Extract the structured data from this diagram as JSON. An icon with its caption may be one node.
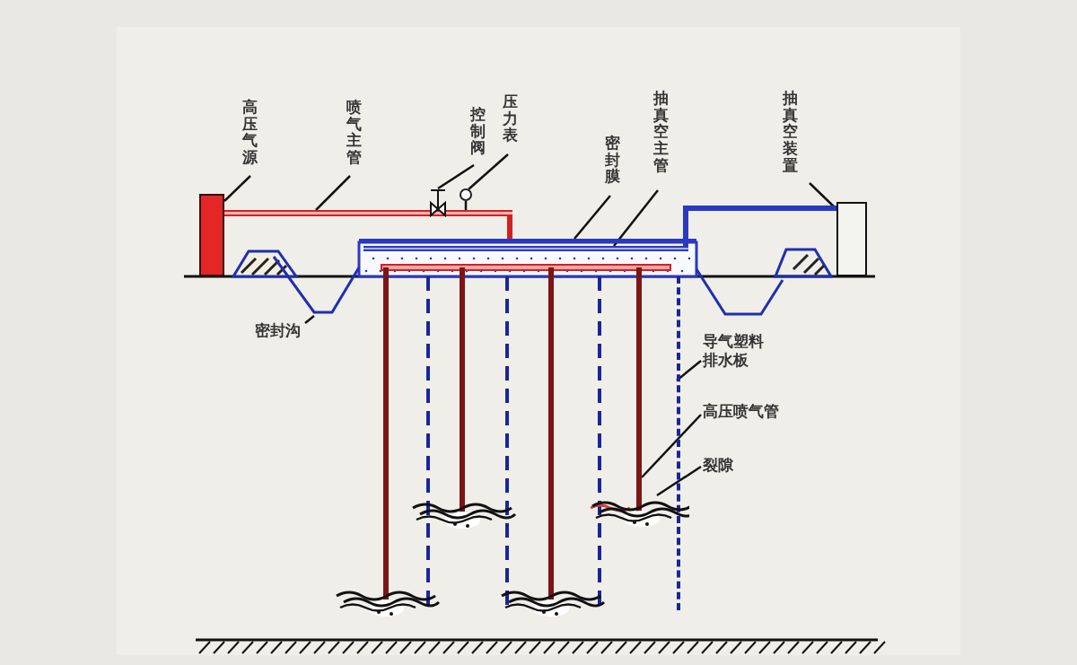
{
  "diagram": {
    "nodes": [
      {
        "text": [
          "高压气源"
        ]
      },
      {
        "text": [
          "喷气主管"
        ]
      },
      {
        "text": [
          "控制阀"
        ]
      },
      {
        "text": [
          "压力表"
        ]
      },
      {
        "text": [
          "密封膜"
        ]
      },
      {
        "text": [
          "抽真空主管"
        ]
      },
      {
        "text": [
          "抽真空装置"
        ]
      },
      {
        "text": [
          "密封沟"
        ]
      },
      {
        "text": [
          "导气塑料排水板"
        ]
      },
      {
        "text": [
          "高压喷气管"
        ]
      },
      {
        "text": [
          "裂隙"
        ]
      },
      {
        "text": [],
        "shape": "box"
      },
      {
        "text": [],
        "shape": "bar"
      },
      {
        "text": [],
        "shape": "picture"
      },
      {
        "text": [],
        "shape": "circle"
      },
      {
        "text": [],
        "shape": "bar"
      },
      {
        "text": [],
        "shape": "bar"
      },
      {
        "text": [],
        "shape": "box"
      },
      {
        "text": [],
        "shape": "picture"
      },
      {
        "text": [],
        "shape": "bar"
      },
      {
        "text": [],
        "shape": "bar"
      },
      {
        "text": [],
        "shape": "picture"
      }
    ],
    "edges": [
      {
        "from": 0,
        "to": 11,
        "arrow": "none"
      },
      {
        "from": 1,
        "to": 12,
        "arrow": "none"
      },
      {
        "from": 2,
        "to": 13,
        "arrow": "none"
      },
      {
        "from": 3,
        "to": 14,
        "arrow": "none"
      },
      {
        "from": 4,
        "to": 15,
        "arrow": "none"
      },
      {
        "from": 5,
        "to": 16,
        "arrow": "none"
      },
      {
        "from": 6,
        "to": 17,
        "arrow": "none"
      },
      {
        "from": 7,
        "to": 18,
        "arrow": "none"
      },
      {
        "from": 8,
        "to": 19,
        "arrow": "none"
      },
      {
        "from": 9,
        "to": 20,
        "arrow": "none"
      },
      {
        "from": 10,
        "to": 21,
        "arrow": "none"
      },
      {
        "from": 14,
        "to": 12,
        "arrow": "none"
      },
      {
        "from": 12,
        "to": 15,
        "arrow": "none",
        "style": "thick",
        "color": "#d42020"
      },
      {
        "from": 16,
        "to": 17,
        "arrow": "none",
        "style": "thick",
        "color": "#2a39c0"
      }
    ]
  }
}
